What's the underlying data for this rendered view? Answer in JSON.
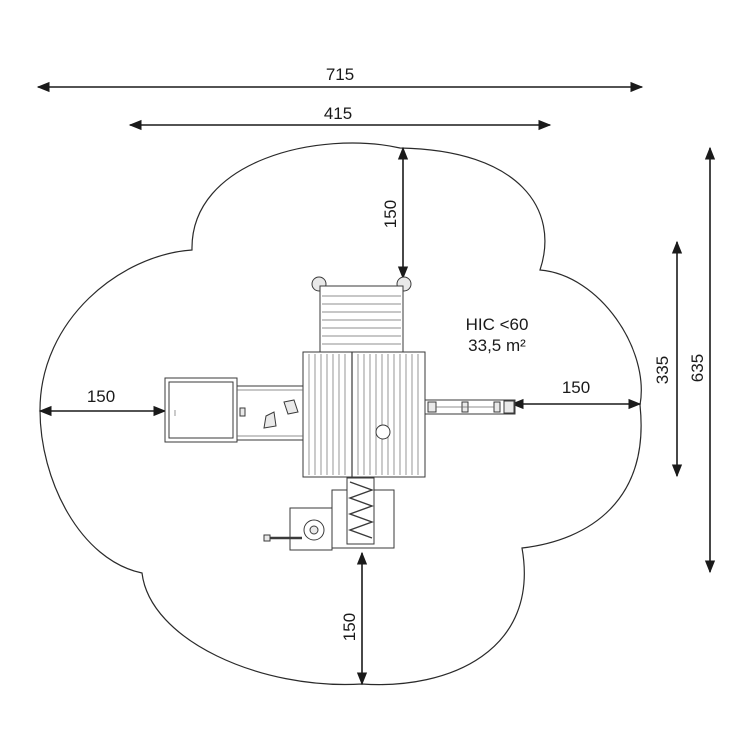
{
  "dimensions": {
    "overall_width": "715",
    "equipment_width": "415",
    "overall_depth": "635",
    "equipment_depth": "335",
    "safety_top": "150",
    "safety_left": "150",
    "safety_right": "150",
    "safety_bottom": "150"
  },
  "safety_zone": {
    "hic": "HIC <60",
    "area": "33,5 m²"
  },
  "colors": {
    "ink": "#1a1a1a",
    "equipment_stroke": "#3a3a3a",
    "background": "#ffffff"
  }
}
